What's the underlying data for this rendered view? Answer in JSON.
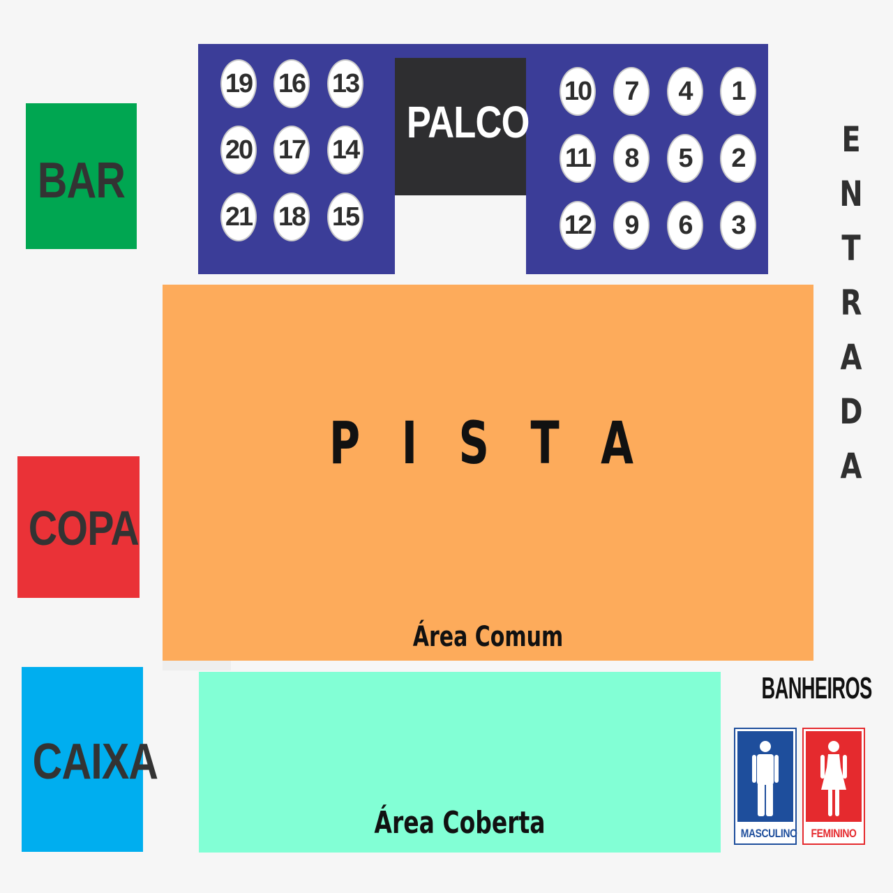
{
  "zones": {
    "bar": "BAR",
    "copa": "COPA",
    "caixa": "CAIXA",
    "palco": "PALCO",
    "pista": "P I S T A",
    "area_comum": "Área Comum",
    "area_coberta": "Área Coberta",
    "entrada": [
      "E",
      "N",
      "T",
      "R",
      "A",
      "D",
      "A"
    ]
  },
  "tables": {
    "left_grid": [
      [
        "19",
        "16",
        "13"
      ],
      [
        "20",
        "17",
        "14"
      ],
      [
        "21",
        "18",
        "15"
      ]
    ],
    "right_grid": [
      [
        "10",
        "7",
        "4",
        "1"
      ],
      [
        "11",
        "8",
        "5",
        "2"
      ],
      [
        "12",
        "9",
        "6",
        "3"
      ]
    ]
  },
  "banheiros": {
    "title": "BANHEIROS",
    "masculino": "MASCULINO",
    "feminino": "FEMININO"
  },
  "colors": {
    "bar": "#00a651",
    "copa": "#ea3237",
    "caixa": "#00aeef",
    "tables_area": "#3b3d98",
    "palco": "#2e2e30",
    "pista": "#fdab5b",
    "area_coberta": "#82ffd5",
    "masculino": "#1e4e9c",
    "feminino": "#e52a2e"
  },
  "icons": {
    "masculino": "male-person-icon",
    "feminino": "female-person-icon"
  }
}
